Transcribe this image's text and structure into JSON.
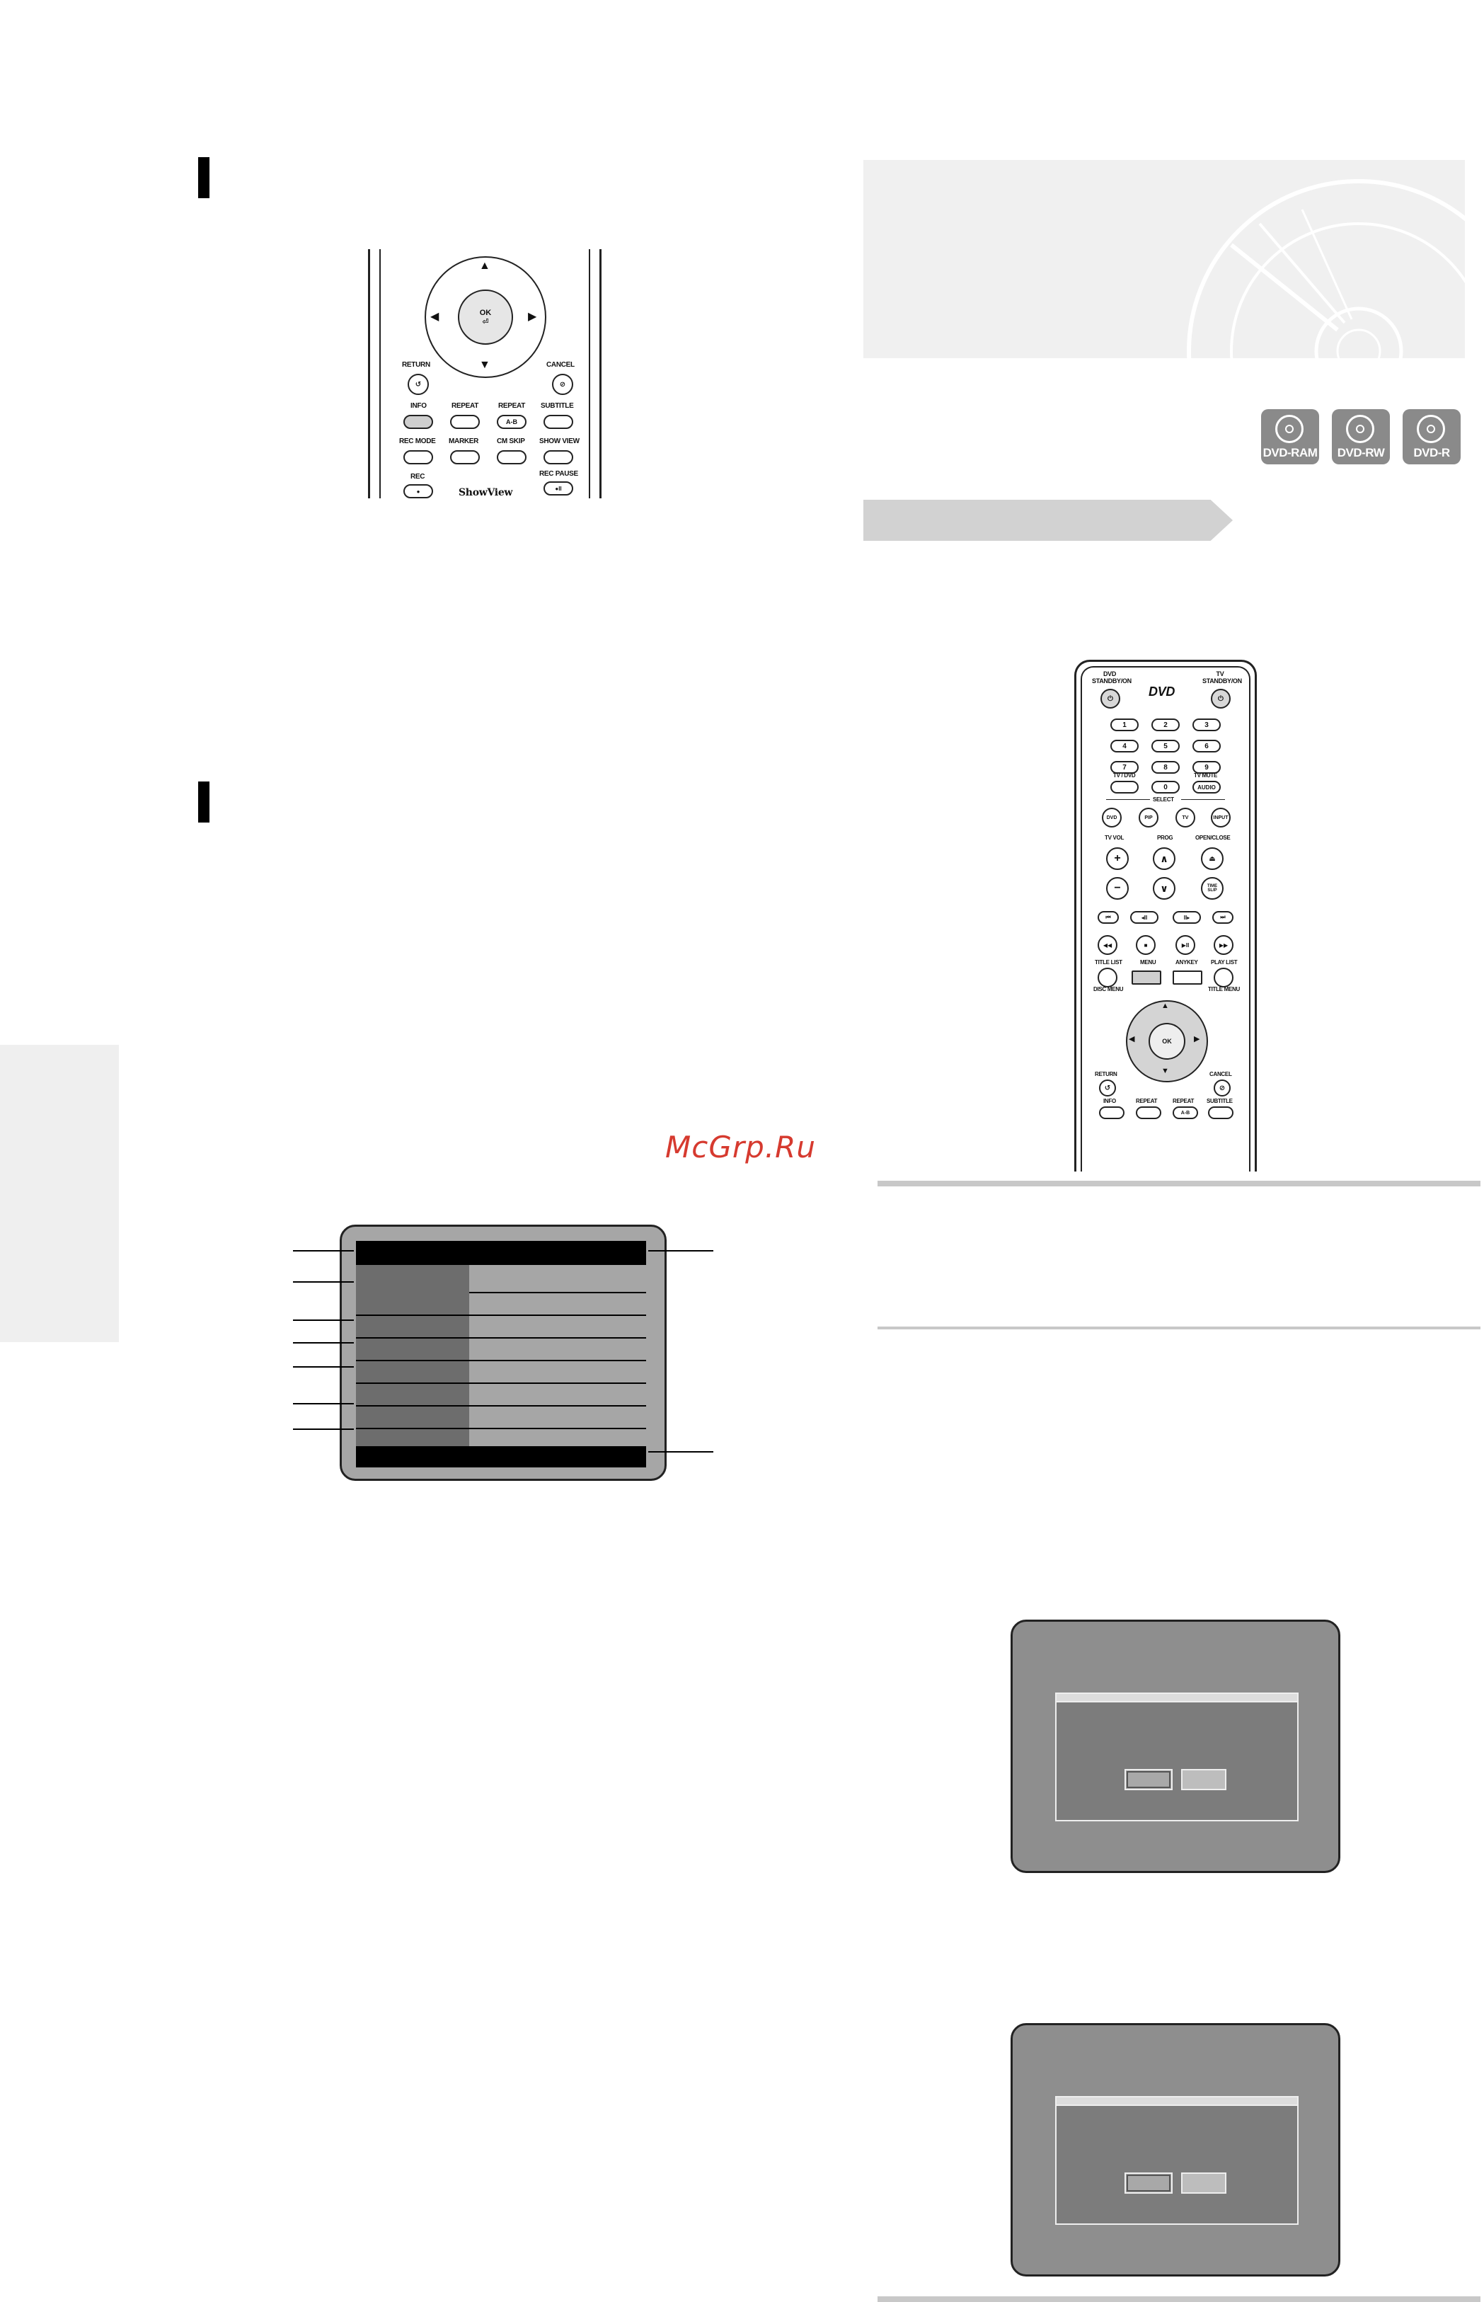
{
  "watermark": "McGrp.Ru",
  "remote_small": {
    "ok_label": "OK",
    "labels": {
      "return": "RETURN",
      "cancel": "CANCEL",
      "info": "INFO",
      "repeat": "REPEAT",
      "repeat_ab": "REPEAT",
      "ab": "A-B",
      "subtitle": "SUBTITLE",
      "rec_mode": "REC MODE",
      "marker": "MARKER",
      "cm_skip": "CM SKIP",
      "show_view": "SHOW VIEW",
      "rec": "REC",
      "rec_pause": "REC PAUSE",
      "brand": "ShowView"
    }
  },
  "badges": [
    "DVD-RAM",
    "DVD-RW",
    "DVD-R"
  ],
  "remote_full": {
    "dvd_standby": "DVD STANDBY/ON",
    "tv_standby": "TV STANDBY/ON",
    "dvd_logo": "DVD",
    "digits": [
      "1",
      "2",
      "3",
      "4",
      "5",
      "6",
      "7",
      "8",
      "9",
      "0"
    ],
    "tv_dvd": "TV / DVD",
    "tv_mute": "TV MUTE",
    "audio": "AUDIO",
    "select": "SELECT",
    "select_buttons": [
      "DVD",
      "PIP",
      "TV",
      "INPUT"
    ],
    "tv_vol": "TV VOL",
    "prog": "PROG",
    "open_close": "OPEN/CLOSE",
    "time_slip": "TIME SLIP",
    "title_list": "TITLE LIST",
    "disc_menu": "DISC MENU",
    "menu": "MENU",
    "anykey": "ANYKEY",
    "play_list": "PLAY LIST",
    "title_menu": "TITLE MENU",
    "return": "RETURN",
    "cancel": "CANCEL",
    "info": "INFO",
    "repeat": "REPEAT",
    "repeat_ab": "REPEAT",
    "ab": "A-B",
    "subtitle": "SUBTITLE",
    "ok": "OK"
  },
  "colors": {
    "marker": "#000000",
    "watermark": "#d63a2f",
    "badge": "#8a8a8a",
    "band": "#f0f0f0"
  }
}
